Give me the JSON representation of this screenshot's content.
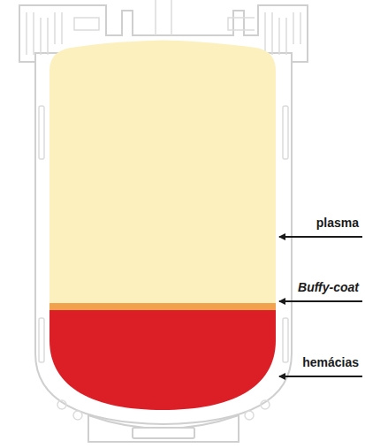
{
  "diagram": {
    "labels": [
      "plasma",
      "Buffy-coat",
      "hemácias"
    ]
  }
}
